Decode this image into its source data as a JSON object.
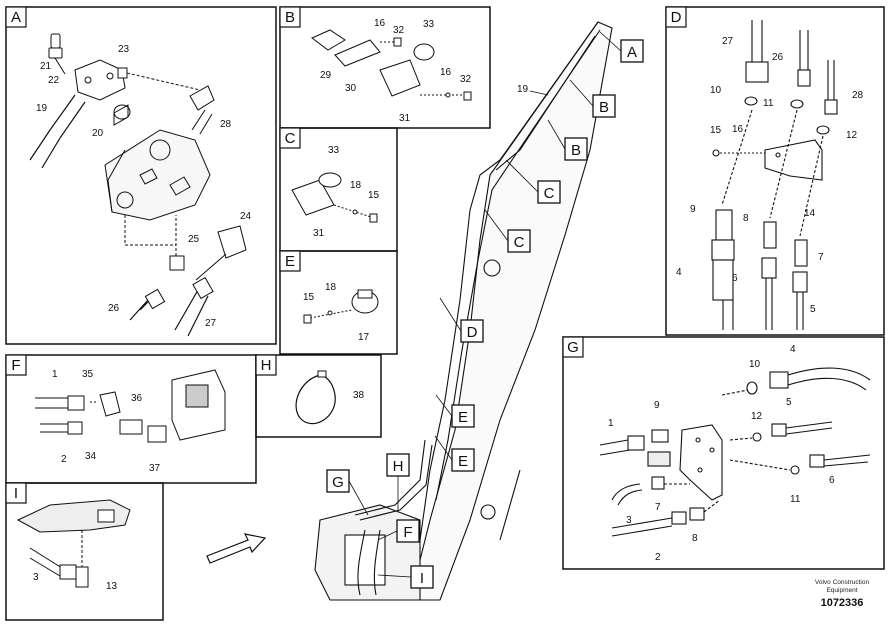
{
  "panels": {
    "A": {
      "letter": "A",
      "labels": {
        "n21": "21",
        "n22": "22",
        "n23": "23",
        "n19": "19",
        "n20": "20",
        "n28": "28",
        "n24": "24",
        "n25": "25",
        "n26": "26",
        "n27": "27"
      }
    },
    "B": {
      "letter": "B",
      "labels": {
        "n16a": "16",
        "n32a": "32",
        "n33": "33",
        "n29": "29",
        "n30": "30",
        "n31": "31",
        "n16b": "16",
        "n32b": "32"
      }
    },
    "C": {
      "letter": "C",
      "labels": {
        "n33": "33",
        "n18": "18",
        "n15": "15",
        "n31": "31"
      }
    },
    "D": {
      "letter": "D",
      "labels": {
        "n27": "27",
        "n26": "26",
        "n28": "28",
        "n10": "10",
        "n11": "11",
        "n12": "12",
        "n15": "15",
        "n16": "16",
        "n9": "9",
        "n8": "8",
        "n14": "14",
        "n7": "7",
        "n4": "4",
        "n6": "6",
        "n5": "5"
      }
    },
    "E": {
      "letter": "E",
      "labels": {
        "n15": "15",
        "n18": "18",
        "n17": "17"
      }
    },
    "F": {
      "letter": "F",
      "labels": {
        "n1": "1",
        "n35": "35",
        "n36": "36",
        "n2": "2",
        "n34": "34",
        "n37": "37"
      }
    },
    "G": {
      "letter": "G",
      "labels": {
        "n10": "10",
        "n4": "4",
        "n9": "9",
        "n1": "1",
        "n12": "12",
        "n5": "5",
        "n11": "11",
        "n6": "6",
        "n3": "3",
        "n7": "7",
        "n2": "2",
        "n8": "8"
      }
    },
    "H": {
      "letter": "H",
      "labels": {
        "n38": "38"
      }
    },
    "I": {
      "letter": "I",
      "labels": {
        "n3": "3",
        "n13": "13"
      }
    }
  },
  "callouts": [
    "A",
    "B",
    "B",
    "C",
    "C",
    "D",
    "E",
    "E",
    "H",
    "G",
    "F",
    "I"
  ],
  "main_labels": {
    "n19": "19"
  },
  "footer": {
    "line1": "Volvo Construction",
    "line2": "Equipment",
    "number": "1072336"
  }
}
